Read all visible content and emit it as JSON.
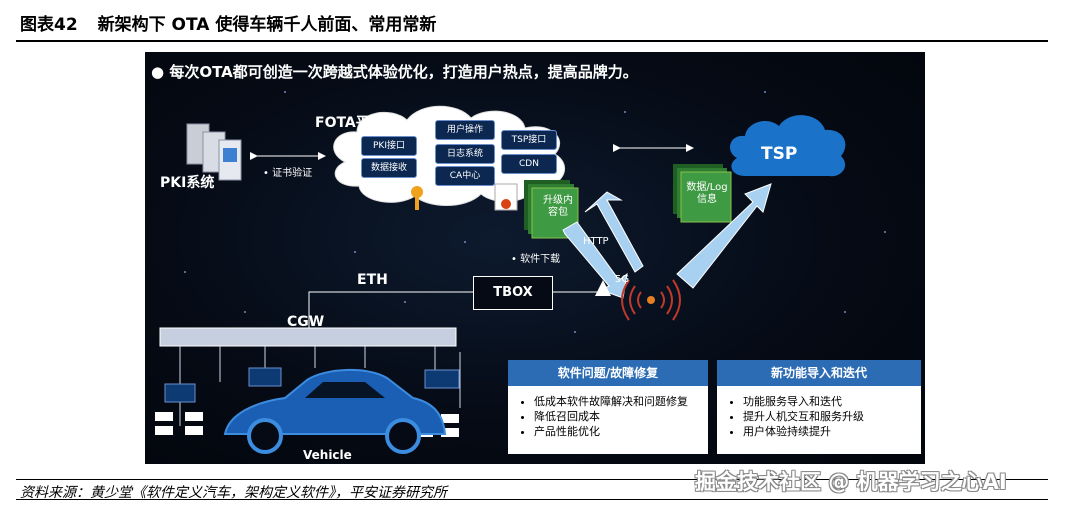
{
  "caption": {
    "number": "图表42",
    "title": "新架构下 OTA 使得车辆千人前面、常用常新"
  },
  "headline": "每次OTA都可创造一次跨越式体验优化，打造用户热点，提高品牌力。",
  "pki_label": "PKI系统",
  "cert_label": "证书验证",
  "fota_label": "FOTA平台",
  "fota_modules": {
    "pki_port": "PKI接口",
    "data_recv": "数据接收",
    "user_op": "用户操作",
    "log_sys": "日志系统",
    "ca_center": "CA中心",
    "tsp_port": "TSP接口",
    "cdn": "CDN"
  },
  "package_label": "升级内容包",
  "http_label": "HTTP",
  "download_label": "软件下载",
  "fiveg_label": "5G",
  "data_label": "数据/Log信息",
  "tsp_label": "TSP",
  "eth_label": "ETH",
  "tbox_label": "TBOX",
  "cgw_label": "CGW",
  "vehicle_label": "Vehicle",
  "box_left": {
    "title": "软件问题/故障修复",
    "items": [
      "低成本软件故障解决和问题修复",
      "降低召回成本",
      "产品性能优化"
    ]
  },
  "box_right": {
    "title": "新功能导入和迭代",
    "items": [
      "功能服务导入和迭代",
      "提升人机交互和服务升级",
      "用户体验持续提升"
    ]
  },
  "source": "资料来源：黄少堂《软件定义汽车，架构定义软件》，平安证券研究所",
  "watermark": "掘金技术社区 @ 机器学习之心AI",
  "colors": {
    "panel_bg": "#050a14",
    "accent_blue": "#2c6cb4",
    "tsp_cloud": "#1a73c9",
    "package_green": "#2e7d32",
    "arrow_lightblue": "#a8d0f0"
  }
}
